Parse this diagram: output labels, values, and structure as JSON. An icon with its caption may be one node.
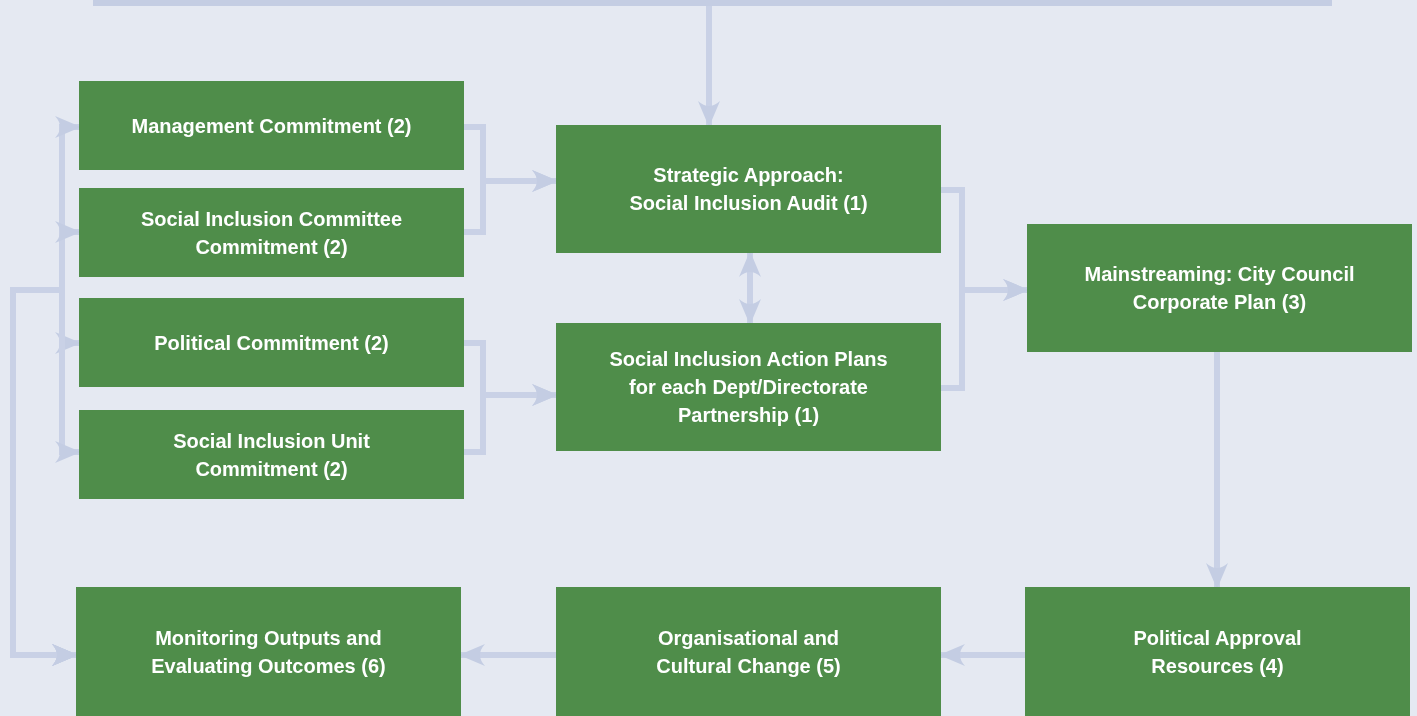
{
  "diagram": {
    "nodes": [
      {
        "text": [],
        "shape": "bar"
      },
      {
        "text": [
          "Management Commitment (2)"
        ]
      },
      {
        "text": [
          "Social Inclusion Committee Commitment (2)"
        ]
      },
      {
        "text": [
          "Political Commitment (2)"
        ]
      },
      {
        "text": [
          "Social Inclusion Unit Commitment (2)"
        ]
      },
      {
        "text": [
          "Strategic Approach: Social Inclusion Audit (1)"
        ]
      },
      {
        "text": [
          "Social Inclusion Action Plans for each Dept/Directorate Partnership (1)"
        ]
      },
      {
        "text": [
          "Mainstreaming: City Council Corporate Plan (3)"
        ]
      },
      {
        "text": [
          "Political Approval Resources (4)"
        ]
      },
      {
        "text": [
          "Organisational and Cultural Change (5)"
        ]
      },
      {
        "text": [
          "Monitoring Outputs and Evaluating Outcomes (6)"
        ]
      }
    ],
    "edges": [
      {
        "from": 0,
        "to": 5,
        "arrow": "to"
      },
      {
        "from": 1,
        "to": 5,
        "arrow": "to"
      },
      {
        "from": 2,
        "to": 5,
        "arrow": "to"
      },
      {
        "from": 3,
        "to": 6,
        "arrow": "to"
      },
      {
        "from": 4,
        "to": 6,
        "arrow": "to"
      },
      {
        "from": 5,
        "to": 6,
        "arrow": "both"
      },
      {
        "from": 5,
        "to": 7,
        "arrow": "to"
      },
      {
        "from": 6,
        "to": 7,
        "arrow": "to"
      },
      {
        "from": 7,
        "to": 8,
        "arrow": "to"
      },
      {
        "from": 8,
        "to": 9,
        "arrow": "to"
      },
      {
        "from": 9,
        "to": 10,
        "arrow": "to"
      },
      {
        "from": 10,
        "to": 1,
        "arrow": "both"
      },
      {
        "from": 10,
        "to": 2,
        "arrow": "both"
      },
      {
        "from": 10,
        "to": 3,
        "arrow": "both"
      },
      {
        "from": 10,
        "to": 4,
        "arrow": "both"
      }
    ]
  }
}
